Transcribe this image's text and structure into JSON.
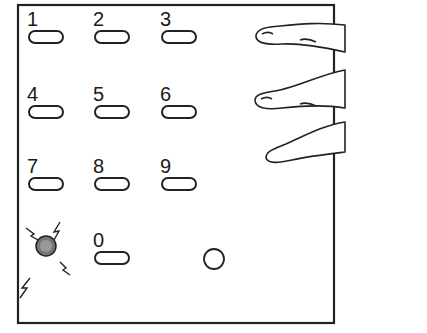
{
  "diagram": {
    "labels": [
      "1",
      "2",
      "3",
      "4",
      "5",
      "6",
      "7",
      "8",
      "9",
      "0"
    ]
  }
}
